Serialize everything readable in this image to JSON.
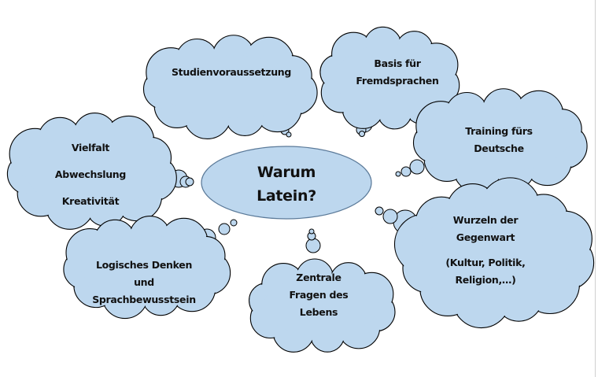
{
  "colors": {
    "cloud_fill": "#bdd7ee",
    "outline": "#000000",
    "center_outline": "#5b7a99"
  },
  "center": {
    "line1": "Warum",
    "line2": "Latein?"
  },
  "clouds": [
    {
      "lines": [
        "Studienvoraussetzung"
      ]
    },
    {
      "lines": [
        "Basis für",
        "Fremdsprachen"
      ]
    },
    {
      "lines": [
        "Training fürs",
        "Deutsche"
      ]
    },
    {
      "lines": [
        "Vielfalt",
        "Abwechslung",
        "Kreativität"
      ]
    },
    {
      "lines": [
        "Logisches Denken",
        "und",
        "Sprachbewusstsein"
      ]
    },
    {
      "lines": [
        "Zentrale",
        "Fragen des",
        "Lebens"
      ]
    },
    {
      "lines": [
        "Wurzeln der",
        "Gegenwart",
        "(Kultur, Politik,",
        "Religion,…)"
      ]
    }
  ]
}
